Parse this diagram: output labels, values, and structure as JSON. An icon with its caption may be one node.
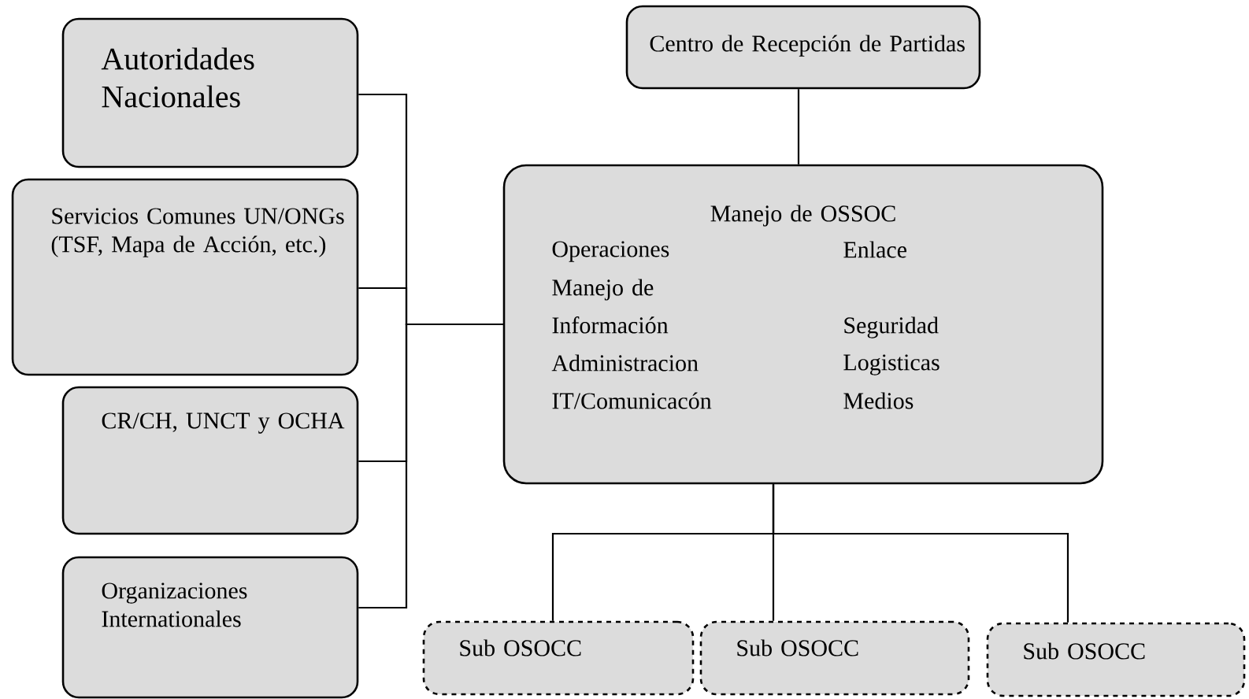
{
  "diagram": {
    "nodes": [
      {
        "text": [
          "Autoridades Nacionales"
        ]
      },
      {
        "text": [
          "Servicios Comunes UN/ONGs (TSF, Mapa de Acción, etc.)"
        ]
      },
      {
        "text": [
          "CR/CH, UNCT y OCHA"
        ]
      },
      {
        "text": [
          "Organizaciones Internationales"
        ]
      },
      {
        "text": [
          "Centro de Recepción de Partidas"
        ]
      },
      {
        "text": [
          "Manejo de OSSOC",
          "Operaciones",
          "Enlace",
          "Manejo de Información",
          "Seguridad",
          "Administracion",
          "Logisticas",
          "IT/Comunicacón",
          "Medios"
        ]
      },
      {
        "text": [
          "Sub OSOCC"
        ]
      },
      {
        "text": [
          "Sub OSOCC"
        ]
      },
      {
        "text": [
          "Sub OSOCC"
        ]
      }
    ],
    "edges": [
      {
        "from": 0,
        "to": 5,
        "arrow": "none"
      },
      {
        "from": 1,
        "to": 5,
        "arrow": "none"
      },
      {
        "from": 2,
        "to": 5,
        "arrow": "none"
      },
      {
        "from": 3,
        "to": 5,
        "arrow": "none"
      },
      {
        "from": 4,
        "to": 5,
        "arrow": "none"
      },
      {
        "from": 5,
        "to": 6,
        "arrow": "none"
      },
      {
        "from": 5,
        "to": 7,
        "arrow": "none"
      },
      {
        "from": 5,
        "to": 8,
        "arrow": "none"
      }
    ]
  }
}
